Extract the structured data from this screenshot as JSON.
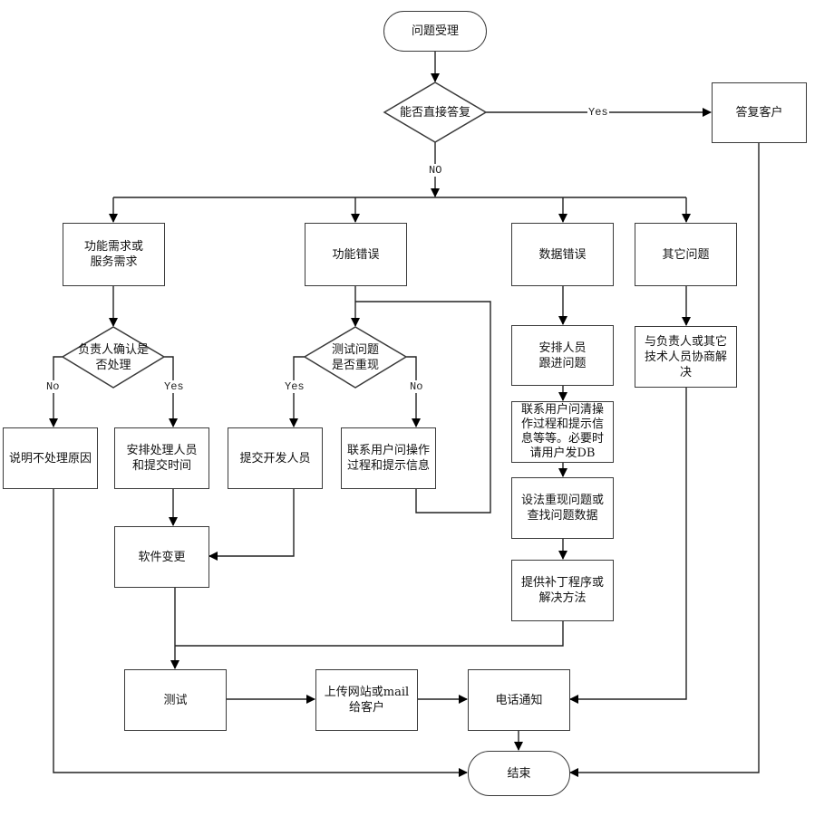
{
  "diagram": {
    "type": "flowchart",
    "nodes": {
      "start": "问题受理",
      "can_reply": "能否直接答复",
      "reply_customer": "答复客户",
      "feature_request": "功能需求或\n服务需求",
      "function_error": "功能错误",
      "data_error": "数据错误",
      "other_issue": "其它问题",
      "owner_confirm": "负责人确认是\n否处理",
      "reproduce": "测试问题\n是否重现",
      "assign_followup": "安排人员\n跟进问题",
      "consult": "与负责人或其它\n技术人员协商解\n决",
      "explain_reason": "说明不处理原因",
      "assign_handler": "安排处理人员\n和提交时间",
      "submit_dev": "提交开发人员",
      "contact_user": "联系用户问操作\n过程和提示信息",
      "contact_user_detail": "联系用户问清操\n作过程和提示信\n息等等。必要时\n请用户发DB",
      "reproduce_data": "设法重现问题或\n查找问题数据",
      "patch": "提供补丁程序或\n解决方法",
      "software_change": "软件变更",
      "test": "测试",
      "upload": "上传网站或mail\n给客户",
      "phone_notify": "电话通知",
      "end": "结束"
    },
    "edge_labels": {
      "yes_main": "Yes",
      "no_main": "NO",
      "no_owner": "No",
      "yes_owner": "Yes",
      "yes_reproduce": "Yes",
      "no_reproduce": "No"
    },
    "edges": [
      [
        "start",
        "can_reply"
      ],
      [
        "can_reply",
        "reply_customer",
        "Yes"
      ],
      [
        "can_reply",
        "feature_request",
        "NO"
      ],
      [
        "can_reply",
        "function_error",
        "NO"
      ],
      [
        "can_reply",
        "data_error",
        "NO"
      ],
      [
        "can_reply",
        "other_issue",
        "NO"
      ],
      [
        "feature_request",
        "owner_confirm"
      ],
      [
        "owner_confirm",
        "explain_reason",
        "No"
      ],
      [
        "owner_confirm",
        "assign_handler",
        "Yes"
      ],
      [
        "function_error",
        "reproduce"
      ],
      [
        "reproduce",
        "submit_dev",
        "Yes"
      ],
      [
        "reproduce",
        "contact_user",
        "No"
      ],
      [
        "contact_user",
        "reproduce"
      ],
      [
        "data_error",
        "assign_followup"
      ],
      [
        "assign_followup",
        "contact_user_detail"
      ],
      [
        "contact_user_detail",
        "reproduce_data"
      ],
      [
        "reproduce_data",
        "patch"
      ],
      [
        "other_issue",
        "consult"
      ],
      [
        "assign_handler",
        "software_change"
      ],
      [
        "submit_dev",
        "software_change"
      ],
      [
        "software_change",
        "test"
      ],
      [
        "patch",
        "test"
      ],
      [
        "test",
        "upload"
      ],
      [
        "upload",
        "phone_notify"
      ],
      [
        "consult",
        "phone_notify"
      ],
      [
        "phone_notify",
        "end"
      ],
      [
        "explain_reason",
        "end"
      ],
      [
        "reply_customer",
        "end"
      ]
    ]
  }
}
